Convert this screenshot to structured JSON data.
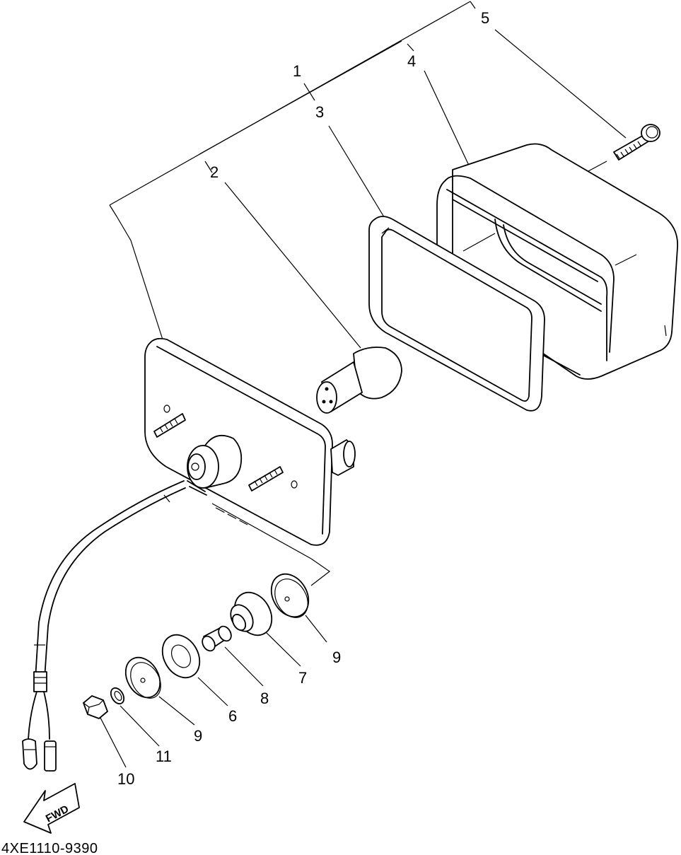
{
  "diagram": {
    "part_code": "4XE1110-9390",
    "direction_label": "FWD",
    "callouts": {
      "c1": "1",
      "c2": "2",
      "c3": "3",
      "c4": "4",
      "c5": "5",
      "c6": "6",
      "c7": "7",
      "c8": "8",
      "c9a": "9",
      "c9b": "9",
      "c10": "10",
      "c11": "11"
    }
  }
}
